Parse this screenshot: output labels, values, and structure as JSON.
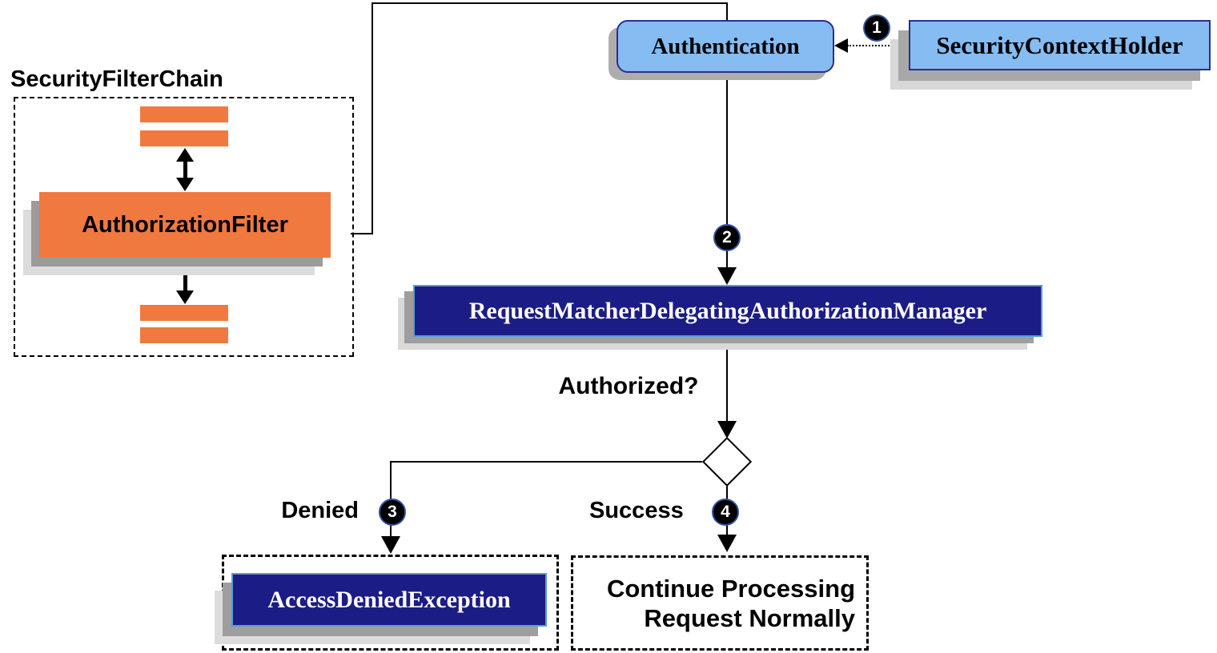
{
  "diagram": {
    "title": "SecurityFilterChain",
    "filter_chain": {
      "filter_label": "AuthorizationFilter"
    },
    "nodes": {
      "authentication": "Authentication",
      "security_context_holder": "SecurityContextHolder",
      "authorization_manager": "RequestMatcherDelegatingAuthorizationManager",
      "access_denied_exception": "AccessDeniedException",
      "continue_processing_line1": "Continue Processing",
      "continue_processing_line2": "Request Normally"
    },
    "labels": {
      "authorized": "Authorized?",
      "denied": "Denied",
      "success": "Success"
    },
    "steps": {
      "one": "1",
      "two": "2",
      "three": "3",
      "four": "4"
    },
    "colors": {
      "orange": "#F0793F",
      "light_blue_fill": "#85BCF2",
      "blue_node_border": "#2A2F8F",
      "navy_fill": "#1C1C86",
      "navy_border": "#5B9BD5",
      "line_black": "#000000",
      "shadow_dark": "#9B9B9B",
      "shadow_light": "#DCDCDC"
    }
  }
}
